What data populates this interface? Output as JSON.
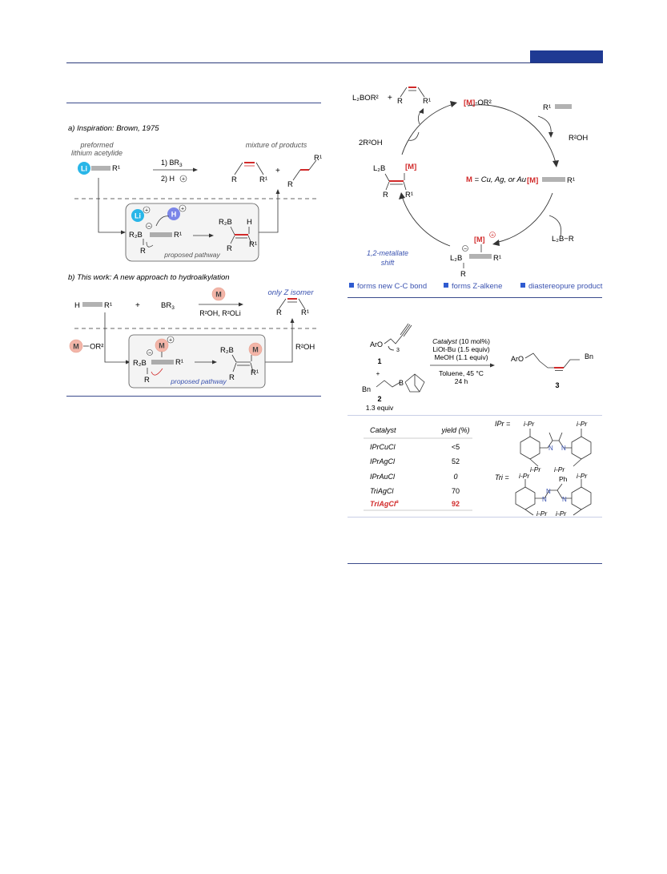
{
  "left": {
    "a_title": "a) Inspiration: Brown, 1975",
    "preformed": "preformed",
    "lithium_acetylide": "lithium acetylide",
    "mixture": "mixture of products",
    "step1": "1) BR",
    "step1_sub": "3",
    "step2": "2) H",
    "proposed": "proposed pathway",
    "b_title": "b) This work: A new approach to hydroalkylation",
    "only_z": "only Z isomer",
    "conditions": "R²OH, R²OLi",
    "reagent": "BR",
    "reagent_sub": "3",
    "r2oh": "R²OH",
    "metal_letter": "M",
    "li": "Li",
    "h": "H",
    "plus": "+",
    "minus": "−",
    "or2": "OR²",
    "r1": "R¹",
    "r": "R",
    "r2b": "R₂B",
    "hc": "H"
  },
  "cycle": {
    "l2bor": "L₂BOR²",
    "m_or2_prefix": "[M]",
    "m_or2_suffix": "-OR²",
    "r1_alkyne": "R¹",
    "r2oh": "R²OH",
    "two_r2oh": "2R²OH",
    "m_bracket": "[M]",
    "m_def": "M",
    "m_def_rest": " = Cu, Ag, or Au",
    "l2b": "L₂B",
    "l2b_r": "L₂B−R",
    "shift1": "1,2-metallate",
    "shift2": "shift"
  },
  "features": [
    "forms new C-C bond",
    "forms Z-alkene",
    "diastereopure product"
  ],
  "reaction": {
    "aro": "ArO",
    "sub3": "3",
    "cmpd1": "1",
    "cmpd2": "2",
    "equiv": "1.3 equiv",
    "bn": "Bn",
    "b": "B",
    "catalyst_line": "Catalyst",
    "catalyst_amt": " (10 mol%)",
    "base_line": "LiOt-Bu (1.5 equiv)",
    "meoh_line": "MeOH (1.1 equiv)",
    "solvent_line": "Toluene, 45 °C",
    "time_line": "24 h",
    "product_aro": "ArO",
    "product_bn": "Bn",
    "cmpd3": "3"
  },
  "table": {
    "headers": [
      "Catalyst",
      "yield (%)"
    ],
    "rows": [
      {
        "catalyst": "IPrCuCl",
        "yield": "<5"
      },
      {
        "catalyst": "IPrAgCl",
        "yield": "52"
      },
      {
        "catalyst": "IPrAuCl",
        "yield": "0"
      },
      {
        "catalyst": "TriAgCl",
        "yield": "70"
      },
      {
        "catalyst": "TriAgCl",
        "sup": "a",
        "yield": "92"
      }
    ]
  },
  "ligands": {
    "ipr_label": "IPr =",
    "tri_label": "Tri =",
    "ipr": "i-Pr",
    "ph": "Ph",
    "n": "N"
  },
  "colors": {
    "accent": "#1f3a93",
    "metal": "#d12a2a",
    "blue": "#3a52b0",
    "li": "#29b6e8",
    "h": "#7b86e8",
    "m": "#f3b5a8"
  }
}
